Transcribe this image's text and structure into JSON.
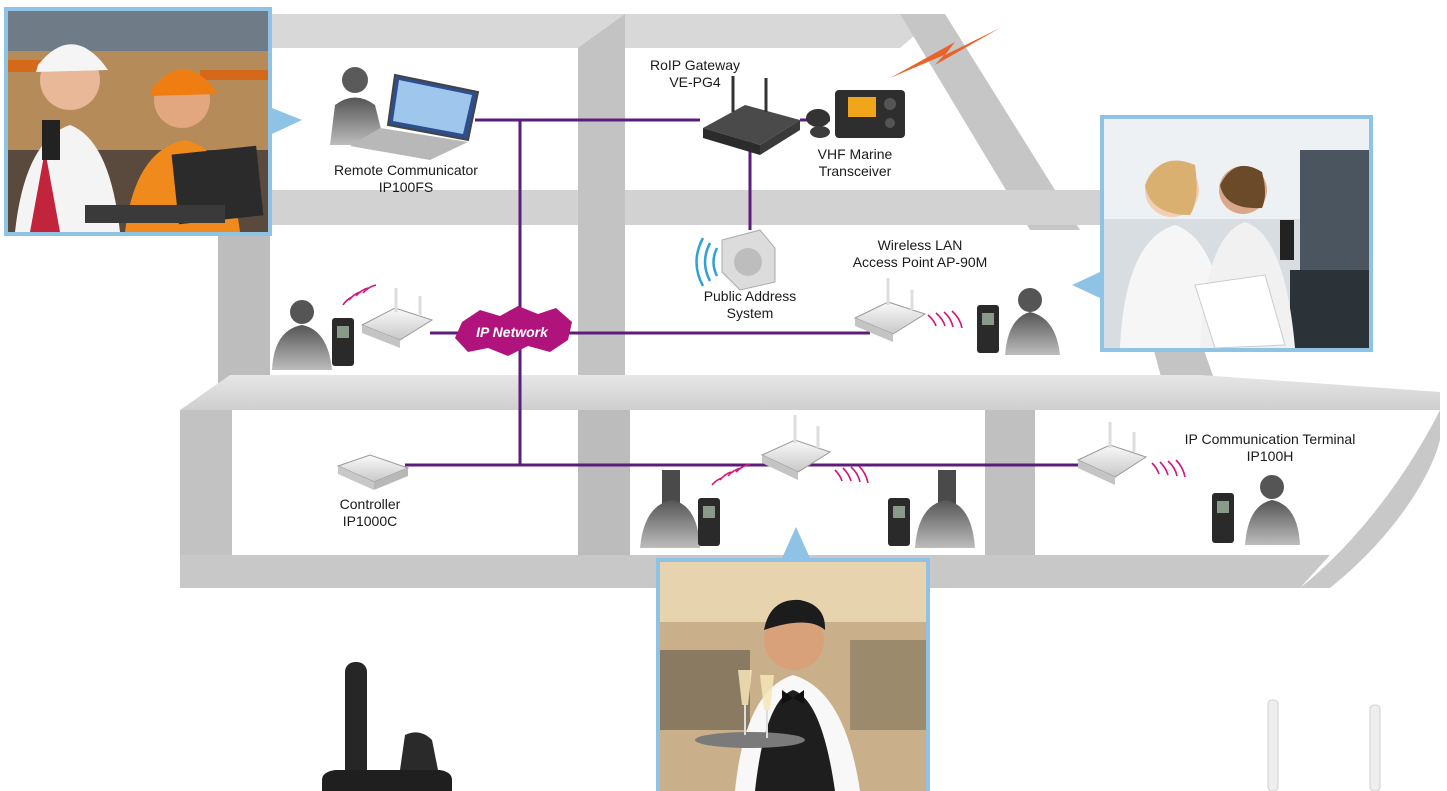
{
  "labels": {
    "roip_gateway": [
      "RoIP Gateway",
      "VE-PG4"
    ],
    "remote_communicator": [
      "Remote Communicator",
      "IP100FS"
    ],
    "vhf_marine": [
      "VHF Marine",
      "Transceiver"
    ],
    "public_address": [
      "Public Address",
      "System"
    ],
    "wireless_lan": [
      "Wireless LAN",
      "Access Point AP-90M"
    ],
    "ip_network": "IP Network",
    "controller": [
      "Controller",
      "IP1000C"
    ],
    "ip_terminal": [
      "IP Communication Terminal",
      "IP100H"
    ]
  },
  "colors": {
    "network_line": "#5b1c7c",
    "ip_network_cloud": "#b0147c",
    "ship_structure": "#c9c9c9",
    "ship_shadow": "#a9a9a9",
    "photo_border": "#8fc3e6",
    "wireless_waves": "#d4147d",
    "pa_waves": "#2fa0d8",
    "lightning": "#e8622a"
  },
  "photos": [
    "warehouse-workers-photo",
    "ship-officers-photo",
    "waiter-photo"
  ]
}
